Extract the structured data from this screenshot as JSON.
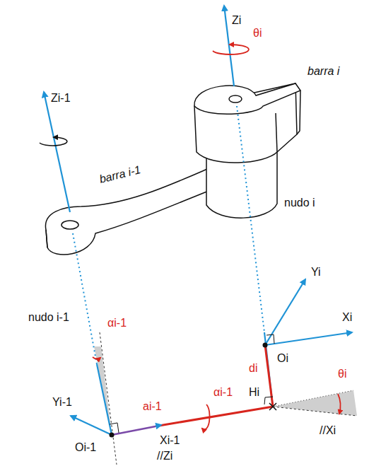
{
  "diagram": {
    "labels": [
      "Zi",
      "θi",
      "barra i",
      "Zi-1",
      "barra i-1",
      "nudo i",
      "Yi",
      "Xi",
      "nudo i-1",
      "αi-1",
      "Oi",
      "di",
      "θi",
      "Hi",
      "//Xi",
      "ai-1",
      "αi-1",
      "Yi-1",
      "Xi-1",
      "Oi-1",
      "//Zi"
    ]
  }
}
